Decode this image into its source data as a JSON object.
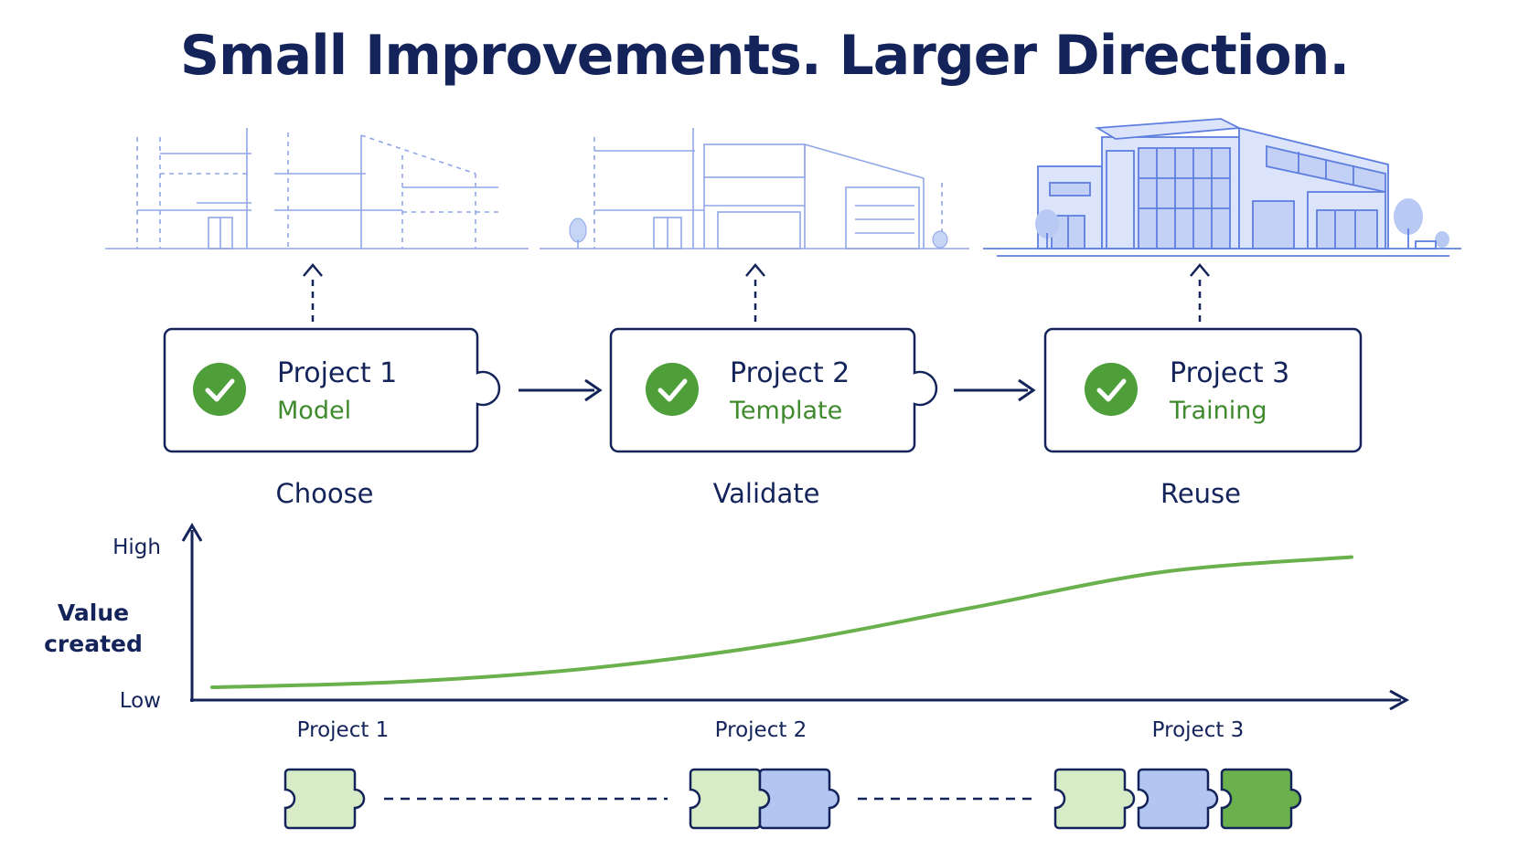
{
  "title": "Small Improvements. Larger Direction.",
  "colors": {
    "navy": "#14245a",
    "green": "#3f8a2c",
    "check_green": "#4e9e3a",
    "curve_green": "#6ab04c",
    "sketch_blue": "#8fa6e8",
    "piece_light_green": "#d6ebc6",
    "piece_blue": "#b3c6f2",
    "piece_green": "#6ab04c"
  },
  "projects": [
    {
      "title": "Project 1",
      "subtitle": "Model",
      "step": "Choose",
      "icon": "check-circle-icon"
    },
    {
      "title": "Project 2",
      "subtitle": "Template",
      "step": "Validate",
      "icon": "check-circle-icon"
    },
    {
      "title": "Project 3",
      "subtitle": "Training",
      "step": "Reuse",
      "icon": "check-circle-icon"
    }
  ],
  "chart": {
    "y_high": "High",
    "y_low": "Low",
    "y_title_line1": "Value",
    "y_title_line2": "created",
    "x_ticks": [
      "Project 1",
      "Project 2",
      "Project 3"
    ]
  },
  "chart_data": {
    "type": "line",
    "x": [
      0,
      1,
      2,
      3,
      4,
      5,
      6
    ],
    "series": [
      {
        "values": [
          0.0,
          0.04,
          0.14,
          0.32,
          0.58,
          0.84,
          0.95
        ]
      }
    ],
    "ylabel": "Value created",
    "xlabel": "",
    "y_tick_labels": [
      "Low",
      "High"
    ],
    "x_tick_labels": [
      "Project 1",
      "Project 2",
      "Project 3"
    ],
    "grid": false
  },
  "puzzle_groups": [
    {
      "pieces": [
        "light-green"
      ]
    },
    {
      "pieces": [
        "light-green",
        "blue"
      ]
    },
    {
      "pieces": [
        "light-green",
        "blue",
        "green"
      ]
    }
  ]
}
